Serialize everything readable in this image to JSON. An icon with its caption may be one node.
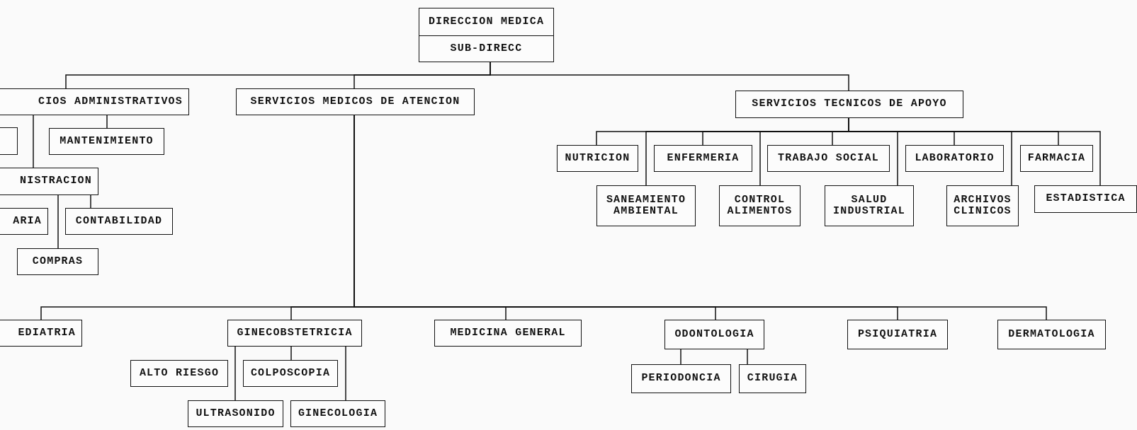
{
  "diagram": {
    "nodes": [
      {
        "text": [
          "DIRECCION MEDICA"
        ]
      },
      {
        "text": [
          "SUB-DIRECC"
        ]
      },
      {
        "text": [
          "CIOS ADMINISTRATIVOS"
        ]
      },
      {
        "text": [
          "SERVICIOS MEDICOS DE ATENCION"
        ]
      },
      {
        "text": [
          "SERVICIOS TECNICOS DE APOYO"
        ]
      },
      {
        "text": [],
        "shape": "box"
      },
      {
        "text": [
          "MANTENIMIENTO"
        ]
      },
      {
        "text": [
          "NUTRICION"
        ]
      },
      {
        "text": [
          "ENFERMERIA"
        ]
      },
      {
        "text": [
          "TRABAJO SOCIAL"
        ]
      },
      {
        "text": [
          "LABORATORIO"
        ]
      },
      {
        "text": [
          "FARMACIA"
        ]
      },
      {
        "text": [
          "NISTRACION"
        ]
      },
      {
        "text": [
          "SANEAMIENTO AMBIENTAL"
        ]
      },
      {
        "text": [
          "CONTROL ALIMENTOS"
        ]
      },
      {
        "text": [
          "SALUD INDUSTRIAL"
        ]
      },
      {
        "text": [
          "ARCHIVOS CLINICOS"
        ]
      },
      {
        "text": [
          "ESTADISTICA"
        ]
      },
      {
        "text": [
          "ARIA"
        ]
      },
      {
        "text": [
          "CONTABILIDAD"
        ]
      },
      {
        "text": [
          "COMPRAS"
        ]
      },
      {
        "text": [
          "EDIATRIA"
        ]
      },
      {
        "text": [
          "GINECOBSTETRICIA"
        ]
      },
      {
        "text": [
          "MEDICINA GENERAL"
        ]
      },
      {
        "text": [
          "ODONTOLOGIA"
        ]
      },
      {
        "text": [
          "PSIQUIATRIA"
        ]
      },
      {
        "text": [
          "DERMATOLOGIA"
        ]
      },
      {
        "text": [
          "ALTO RIESGO"
        ]
      },
      {
        "text": [
          "COLPOSCOPIA"
        ]
      },
      {
        "text": [
          "PERIODONCIA"
        ]
      },
      {
        "text": [
          "CIRUGIA"
        ]
      },
      {
        "text": [
          "ULTRASONIDO"
        ]
      },
      {
        "text": [
          "GINECOLOGIA"
        ]
      }
    ],
    "edges": [
      {
        "from": 1,
        "to": 2,
        "arrow": "none"
      },
      {
        "from": 1,
        "to": 3,
        "arrow": "none"
      },
      {
        "from": 1,
        "to": 4,
        "arrow": "none"
      },
      {
        "from": 2,
        "to": 6,
        "arrow": "none"
      },
      {
        "from": 2,
        "to": 12,
        "arrow": "none"
      },
      {
        "from": 12,
        "to": 19,
        "arrow": "none"
      },
      {
        "from": 12,
        "to": 20,
        "arrow": "none"
      },
      {
        "from": 4,
        "to": 7,
        "arrow": "none"
      },
      {
        "from": 4,
        "to": 8,
        "arrow": "none"
      },
      {
        "from": 4,
        "to": 9,
        "arrow": "none"
      },
      {
        "from": 4,
        "to": 10,
        "arrow": "none"
      },
      {
        "from": 4,
        "to": 11,
        "arrow": "none"
      },
      {
        "from": 4,
        "to": 13,
        "arrow": "none"
      },
      {
        "from": 4,
        "to": 14,
        "arrow": "none"
      },
      {
        "from": 4,
        "to": 15,
        "arrow": "none"
      },
      {
        "from": 4,
        "to": 16,
        "arrow": "none"
      },
      {
        "from": 4,
        "to": 17,
        "arrow": "none"
      },
      {
        "from": 3,
        "to": 21,
        "arrow": "none"
      },
      {
        "from": 3,
        "to": 22,
        "arrow": "none"
      },
      {
        "from": 3,
        "to": 23,
        "arrow": "none"
      },
      {
        "from": 3,
        "to": 24,
        "arrow": "none"
      },
      {
        "from": 3,
        "to": 25,
        "arrow": "none"
      },
      {
        "from": 3,
        "to": 26,
        "arrow": "none"
      },
      {
        "from": 22,
        "to": 28,
        "arrow": "none"
      },
      {
        "from": 22,
        "to": 31,
        "arrow": "none"
      },
      {
        "from": 22,
        "to": 32,
        "arrow": "none"
      },
      {
        "from": 24,
        "to": 29,
        "arrow": "none"
      },
      {
        "from": 24,
        "to": 30,
        "arrow": "none"
      }
    ]
  }
}
